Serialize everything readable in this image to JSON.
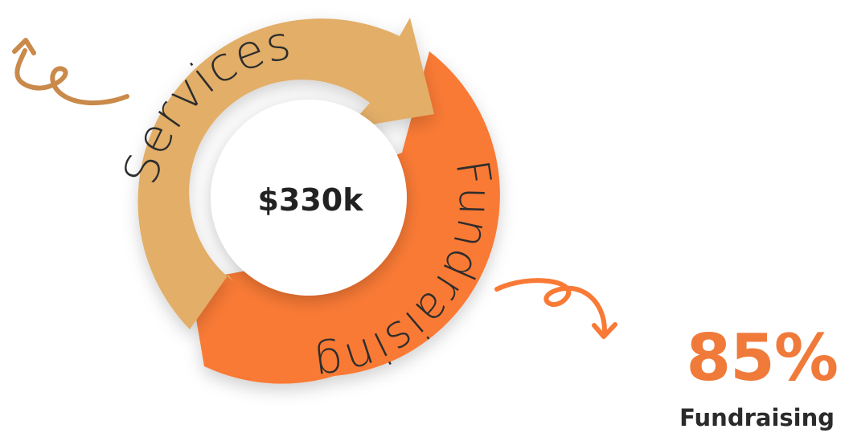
{
  "cycle": {
    "center_value": "$330k",
    "segments": [
      {
        "label": "Services",
        "color": "#E2AE68"
      },
      {
        "label": "Fundraising",
        "color": "#F97A36"
      }
    ]
  },
  "stat": {
    "value": "85%",
    "label": "Fundraising",
    "value_color": "#F07A3A"
  },
  "decor": {
    "left_squiggle_color": "#C98A4B",
    "right_squiggle_color": "#F97A36"
  }
}
